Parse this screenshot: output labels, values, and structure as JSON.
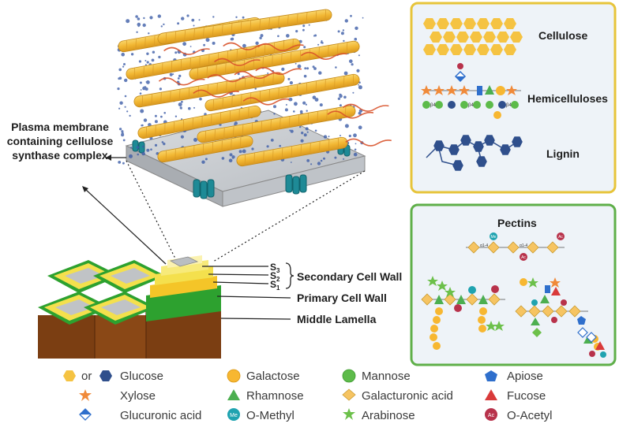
{
  "labels": {
    "plasma_membrane": [
      "Plasma membrane",
      "containing cellulose",
      "synthase complex"
    ],
    "s3": "S",
    "s3_sub": "3",
    "s2": "S",
    "s2_sub": "2",
    "s1": "S",
    "s1_sub": "1",
    "secondary_cell_wall": "Secondary Cell Wall",
    "primary_cell_wall": "Primary Cell Wall",
    "middle_lamella": "Middle Lamella"
  },
  "panels": {
    "cellulose": "Cellulose",
    "hemicelluloses": "Hemicelluloses",
    "lignin": "Lignin",
    "pectins": "Pectins",
    "linkages": {
      "b4": "β4",
      "b1": "β1",
      "a1_4": "α1-4",
      "a1": "α1"
    },
    "me": "Me",
    "ac": "Ac"
  },
  "legend": {
    "or": "or",
    "glucose": "Glucose",
    "xylose": "Xylose",
    "glucuronic_acid": "Glucuronic acid",
    "galactose": "Galactose",
    "rhamnose": "Rhamnose",
    "o_methyl": "O-Methyl",
    "mannose": "Mannose",
    "galacturonic_acid": "Galacturonic acid",
    "arabinose": "Arabinose",
    "apiose": "Apiose",
    "fucose": "Fucose",
    "o_acetyl": "O-Acetyl",
    "me_badge": "Me",
    "ac_badge": "Ac"
  },
  "colors": {
    "glucose_yellow": "#F5C342",
    "glucose_blue": "#2F4F8C",
    "xylose": "#F08A3A",
    "galactose": "#F7B731",
    "rhamnose": "#4CAF50",
    "mannose": "#5DBB4A",
    "galacturonic": "#F6C462",
    "arabinose": "#6CC04A",
    "apiose": "#2F6FCC",
    "fucose": "#D93A3A",
    "methyl": "#1FA3B0",
    "acetyl": "#B8324B",
    "panel_border_yellow": "#E7C43A",
    "panel_border_green": "#5FAF49",
    "panel_bg": "#EEF3F8",
    "cell_yellow": "#F4E04D",
    "cell_green": "#2DA12F",
    "cell_brown": "#7B3E12",
    "membrane": "#C8CBCF"
  }
}
